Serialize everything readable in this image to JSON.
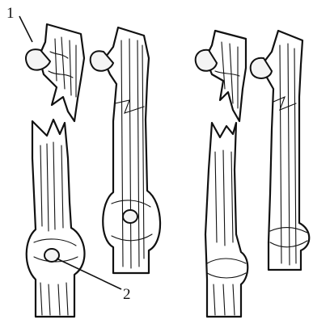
{
  "figure": {
    "labels": [
      {
        "id": "1",
        "text": "1"
      },
      {
        "id": "2",
        "text": "2"
      }
    ],
    "panels": [
      {
        "name": "scion-and-stock-cut",
        "stage": "prepared"
      },
      {
        "name": "scion-joined",
        "stage": "joined"
      },
      {
        "name": "scion-and-stock-cut-variant",
        "stage": "prepared"
      },
      {
        "name": "scion-joined-variant",
        "stage": "joined"
      }
    ]
  }
}
